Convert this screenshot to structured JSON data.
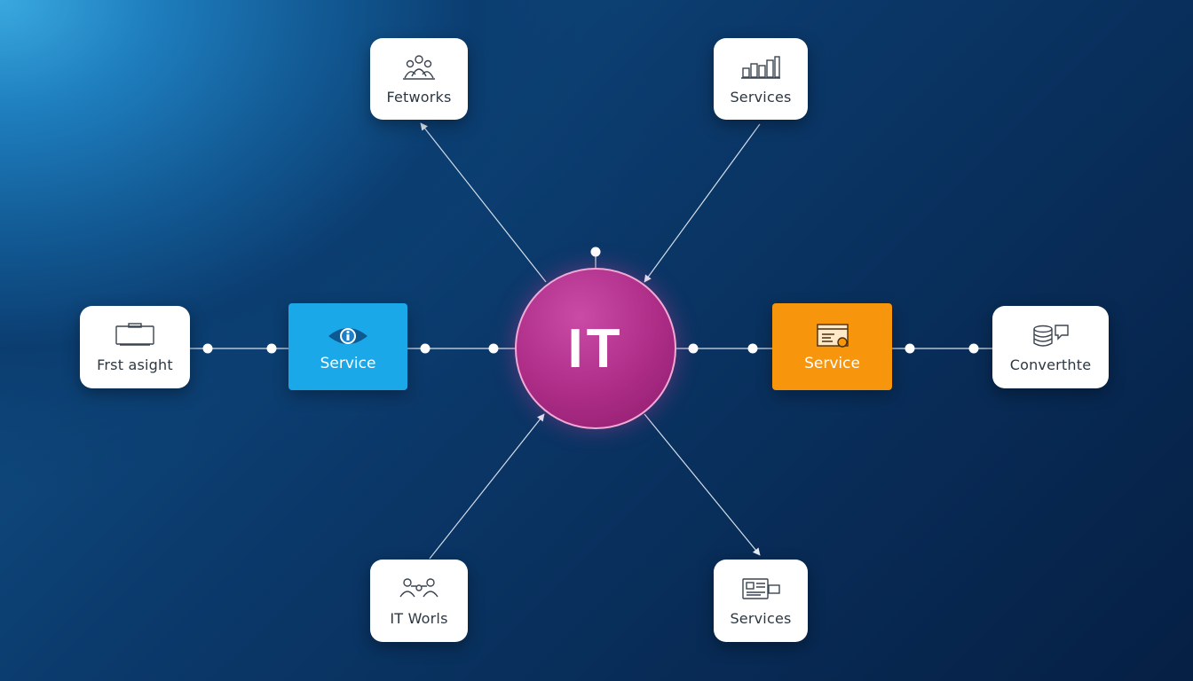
{
  "hub": {
    "label": "IT",
    "color": "#ac2c86"
  },
  "nodes": {
    "top_left": {
      "label": "Fetworks",
      "icon": "people-group-icon"
    },
    "top_right": {
      "label": "Services",
      "icon": "bar-buildings-icon"
    },
    "left": {
      "label": "Frst asight",
      "icon": "monitor-icon"
    },
    "right": {
      "label": "Converthte",
      "icon": "database-chat-icon"
    },
    "bottom_left": {
      "label": "IT Worls",
      "icon": "team-network-icon"
    },
    "bottom_right": {
      "label": "Services",
      "icon": "id-card-icon"
    }
  },
  "services": {
    "left": {
      "label": "Service",
      "icon": "eye-info-icon",
      "color": "#1ba8e8"
    },
    "right": {
      "label": "Service",
      "icon": "browser-window-icon",
      "color": "#f7950c"
    }
  }
}
